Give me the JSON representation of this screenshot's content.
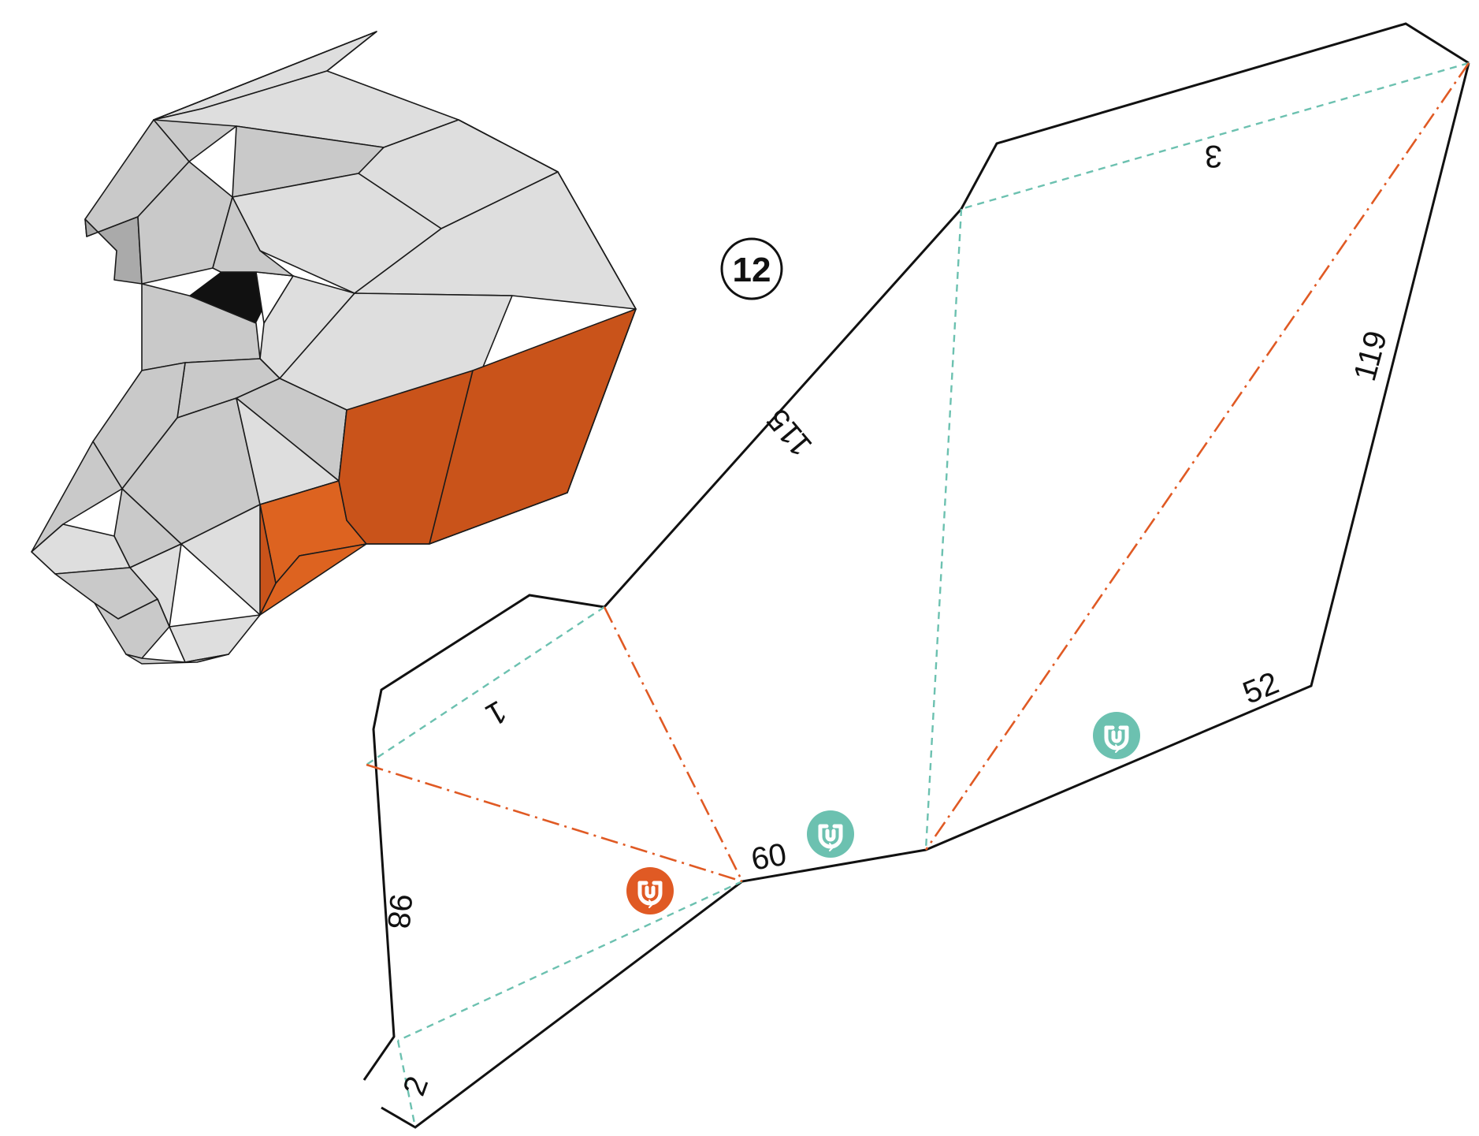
{
  "step_number": "12",
  "edge_labels": {
    "a": "115",
    "b": "3",
    "c": "119",
    "d": "52",
    "e": "60",
    "f": "1",
    "g": "98",
    "h": "2"
  },
  "colors": {
    "valley_fold": "#6cc1b0",
    "mountain_fold": "#e05a24",
    "outline": "#111111",
    "mask_grey": "#c9c9c9",
    "mask_orange": "#c9531a"
  },
  "icons": {
    "magnet_teal": "magnet-icon",
    "magnet_orange": "magnet-icon"
  }
}
